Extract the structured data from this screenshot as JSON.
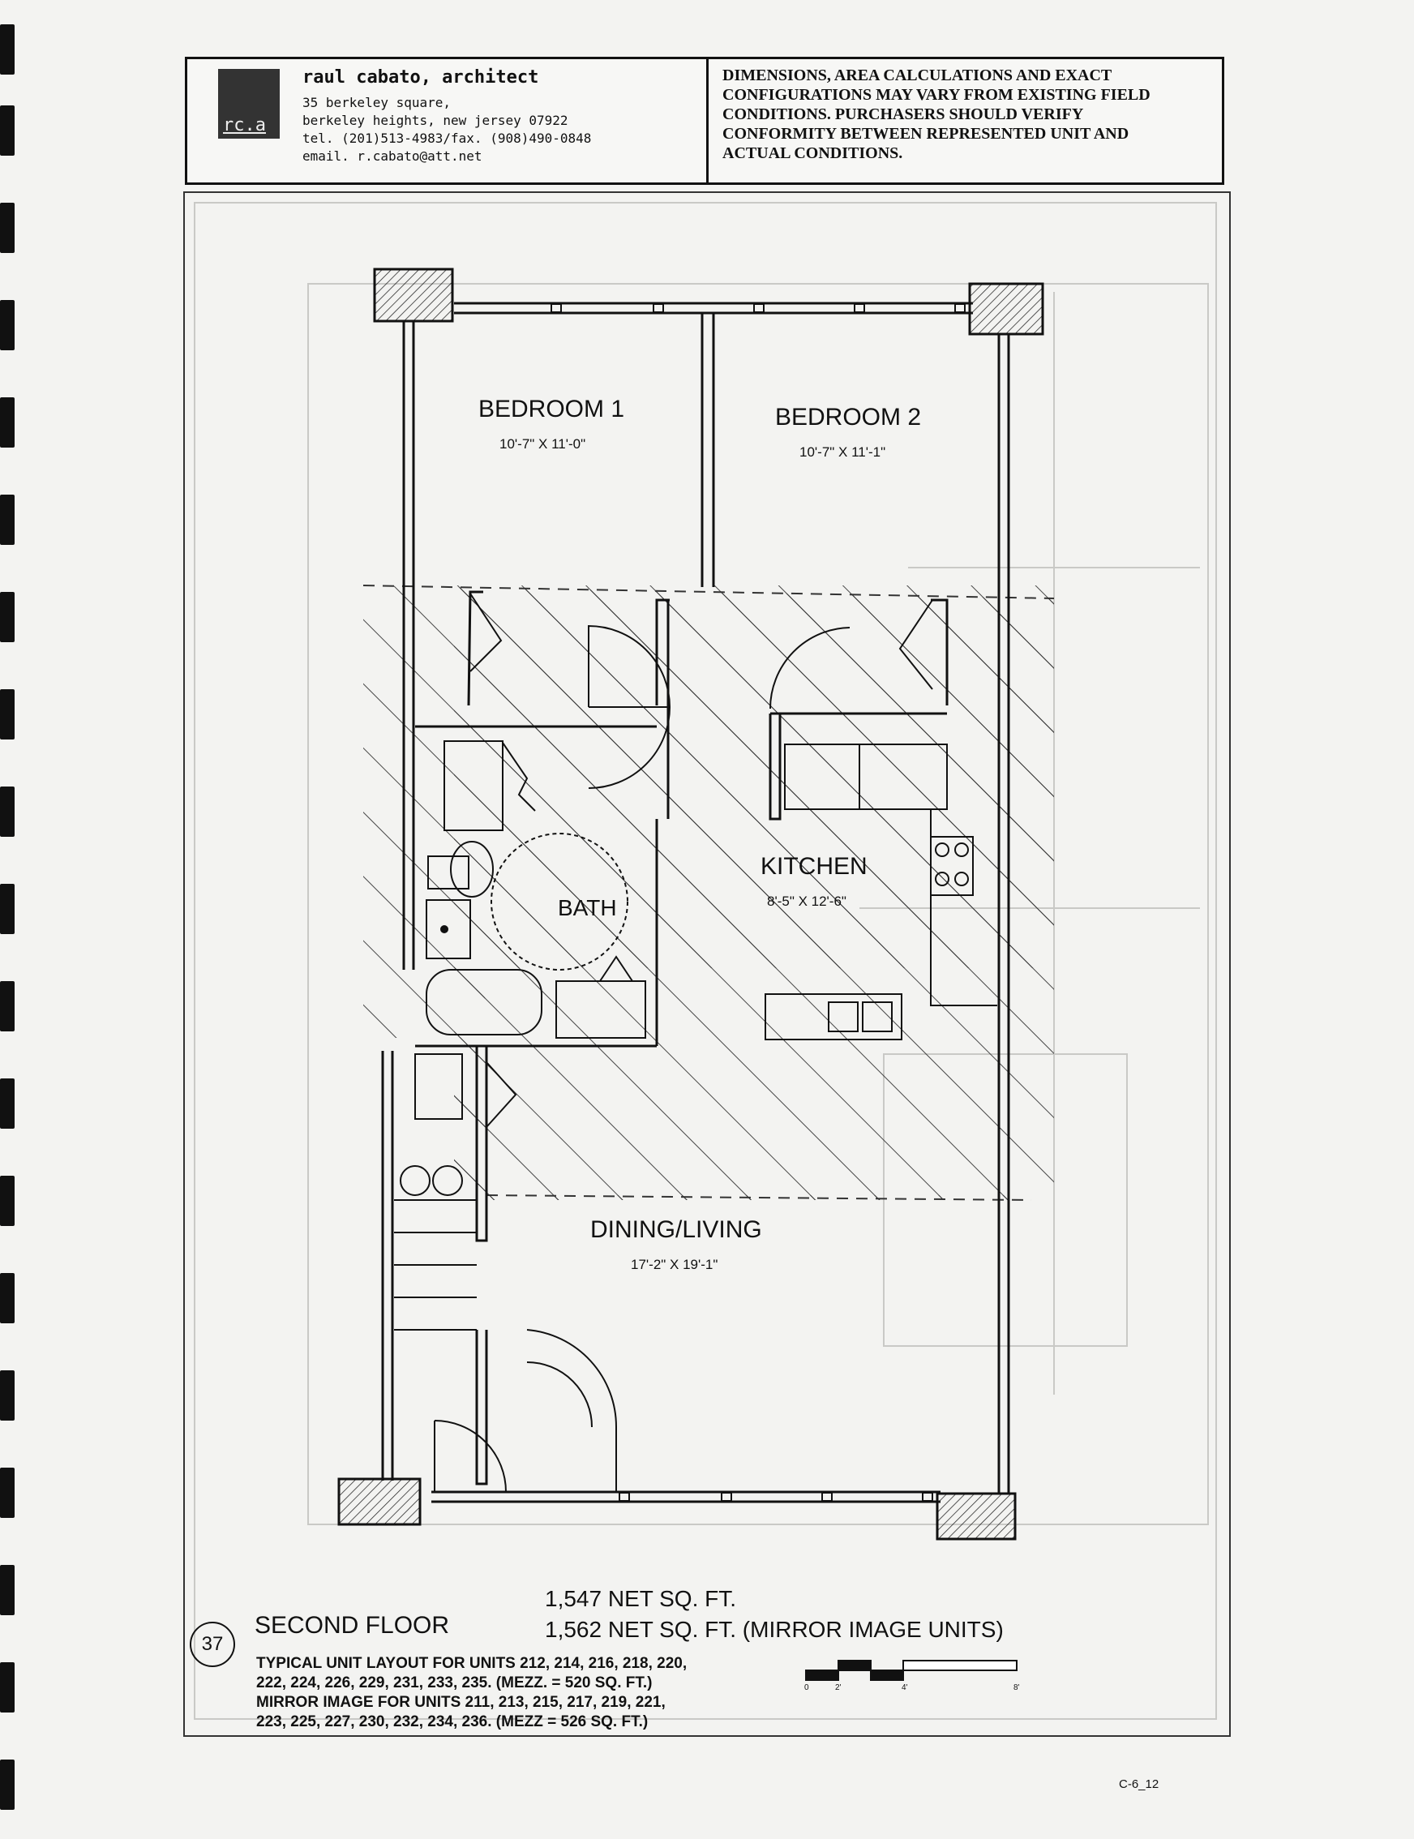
{
  "titleblock": {
    "logo": "rc.a",
    "firm_name": "raul cabato, architect",
    "address_1": "35 berkeley square,",
    "address_2": "berkeley heights, new jersey 07922",
    "phone": "tel. (201)513-4983/fax. (908)490-0848",
    "email": "email. r.cabato@att.net",
    "disclaimer": [
      "DIMENSIONS, AREA CALCULATIONS AND EXACT",
      "CONFIGURATIONS MAY VARY FROM EXISTING FIELD",
      "CONDITIONS. PURCHASERS SHOULD VERIFY",
      "CONFORMITY BETWEEN REPRESENTED UNIT AND",
      "ACTUAL CONDITIONS."
    ]
  },
  "rooms": {
    "bedroom1": {
      "name": "BEDROOM 1",
      "dims": "10'-7\" X 11'-0\""
    },
    "bedroom2": {
      "name": "BEDROOM 2",
      "dims": "10'-7\" X 11'-1\""
    },
    "kitchen": {
      "name": "KITCHEN",
      "dims": "8'-5\" X 12'-6\""
    },
    "bath": {
      "name": "BATH"
    },
    "dining": {
      "name": "DINING/LIVING",
      "dims": "17'-2\" X 19'-1\""
    }
  },
  "footer": {
    "sheet_number": "37",
    "floor": "SECOND FLOOR",
    "area_1": "1,547 NET SQ. FT.",
    "area_2": "1,562 NET SQ. FT. (MIRROR IMAGE UNITS)",
    "notes": [
      "TYPICAL UNIT LAYOUT FOR UNITS 212, 214, 216, 218, 220,",
      "222, 224, 226, 229, 231, 233, 235. (MEZZ. = 520 SQ. FT.)",
      "MIRROR IMAGE FOR UNITS 211, 213, 215, 217, 219, 221,",
      "223, 225, 227, 230, 232, 234, 236. (MEZZ = 526 SQ. FT.)"
    ],
    "scale_labels": [
      "0",
      "2'",
      "4'",
      "8'"
    ],
    "sheet_code": "C-6_12"
  }
}
